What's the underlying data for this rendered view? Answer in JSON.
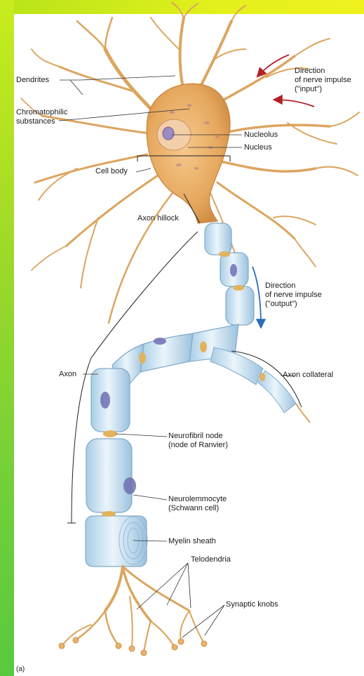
{
  "labels": {
    "dendrites": "Dendrites",
    "chromatophilic_1": "Chromatophilic",
    "chromatophilic_2": "substances",
    "nucleolus": "Nucleolus",
    "nucleus": "Nucleus",
    "cell_body": "Cell body",
    "axon_hillock": "Axon hillock",
    "input_1": "Direction",
    "input_2": "of nerve impulse",
    "input_3": "(\"input\")",
    "output_1": "Direction",
    "output_2": "of nerve impulse",
    "output_3": "(\"output\")",
    "axon": "Axon",
    "axon_collateral": "Axon collateral",
    "node_1": "Neurofibril node",
    "node_2": "(node of Ranvier)",
    "schwann_1": "Neurolemmocyte",
    "schwann_2": "(Schwann cell)",
    "myelin": "Myelin sheath",
    "telodendria": "Telodendria",
    "synaptic_knobs": "Synaptic knobs",
    "panel_letter": "(a)"
  },
  "colors": {
    "neuron": "#e8b36a",
    "neuron_dark": "#c9843c",
    "myelin": "#cfe6f3",
    "myelin_edge": "#7fa9c8",
    "schwann_nucleus": "#6d6fb0",
    "arrow_input": "#b3222a",
    "arrow_output": "#2b6db3",
    "frame_green": "#8fd42c",
    "frame_yellow": "#e6f01c"
  }
}
